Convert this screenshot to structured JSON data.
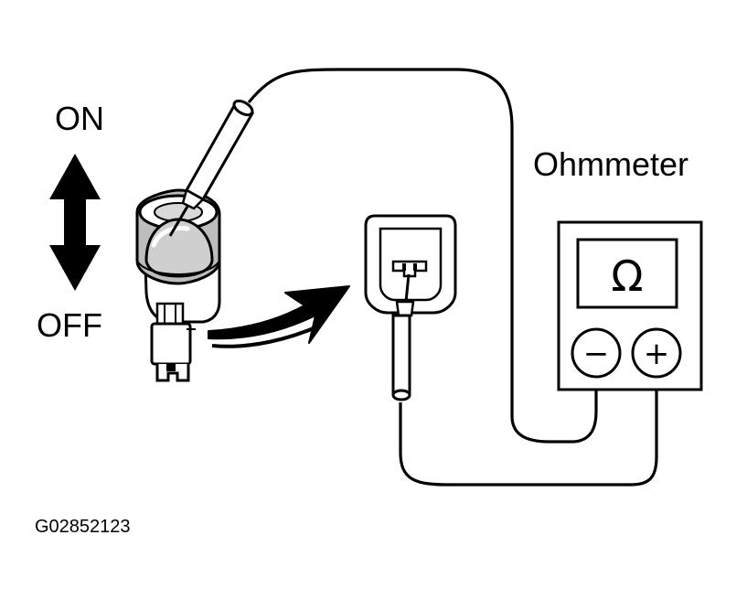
{
  "labels": {
    "on": "ON",
    "off": "OFF",
    "meter": "Ohmmeter",
    "figure_id": "G02852123"
  },
  "meter": {
    "display_symbol": "Ω",
    "negative_symbol": "−",
    "positive_symbol": "+"
  },
  "colors": {
    "ink": "#000000",
    "paper": "#ffffff",
    "shade": "#bdbdbd"
  }
}
